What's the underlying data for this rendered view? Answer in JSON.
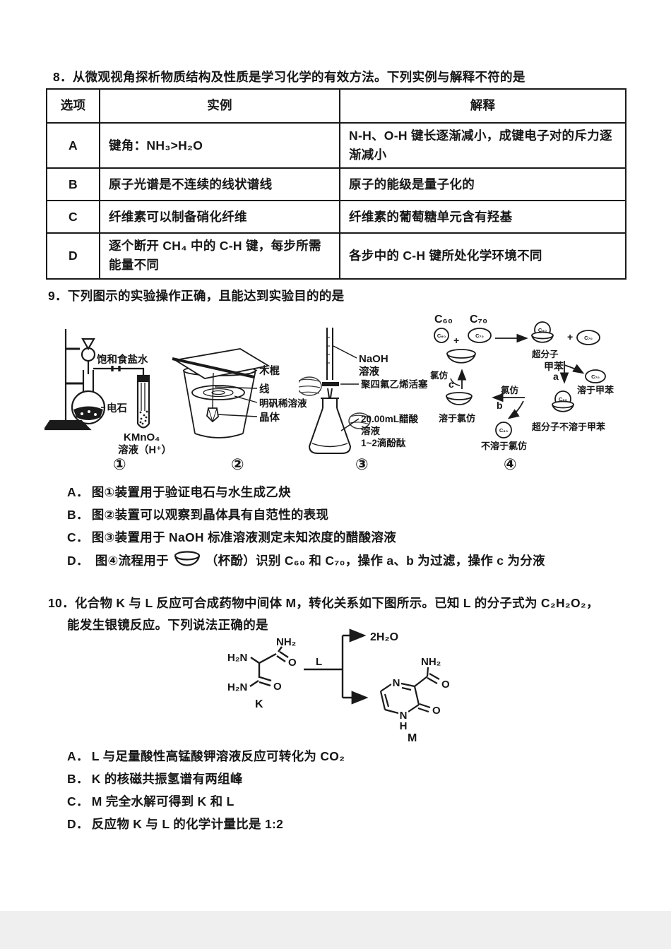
{
  "q8": {
    "number": "8．",
    "text": "从微观视角探析物质结构及性质是学习化学的有效方法。下列实例与解释不符的是",
    "table": {
      "headers": [
        "选项",
        "实例",
        "解释"
      ],
      "rows": [
        {
          "option": "A",
          "example": "键角：NH₃>H₂O",
          "explain": "N-H、O-H 键长逐渐减小，成键电子对的斥力逐渐减小"
        },
        {
          "option": "B",
          "example": "原子光谱是不连续的线状谱线",
          "explain": "原子的能级是量子化的"
        },
        {
          "option": "C",
          "example": "纤维素可以制备硝化纤维",
          "explain": "纤维素的葡萄糖单元含有羟基"
        },
        {
          "option": "D",
          "example": "逐个断开 CH₄ 中的 C-H 键，每步所需能量不同",
          "explain": "各步中的 C-H 键所处化学环境不同"
        }
      ]
    }
  },
  "q9": {
    "number": "9．",
    "text": "下列图示的实验操作正确，且能达到实验目的的是",
    "captions": [
      "①",
      "②",
      "③",
      "④"
    ],
    "fig1": {
      "brine": "饱和食盐水",
      "carbide": "电石",
      "kmno4": "KMnO₄",
      "kmno4b": "溶液（H⁺）"
    },
    "fig2": {
      "stick": "木棍",
      "thread": "线",
      "alum": "明矾稀溶液",
      "crystal": "晶体"
    },
    "fig3": {
      "naoh": "NaOH",
      "naoh2": "溶液",
      "ptfe": "聚四氟乙烯活塞",
      "acid1": "20.00mL醋酸",
      "acid2": "溶液",
      "acid3": "1~2滴酚酞"
    },
    "fig4": {
      "c60": "C₆₀",
      "c70": "C₇₀",
      "plus": "+",
      "supra": "超分子",
      "toluene": "甲苯",
      "op_a": "a",
      "sol_toluene": "溶于甲苯",
      "supra_insol": "超分子不溶于甲苯",
      "chloroform": "氯仿",
      "op_b": "b",
      "insol_chloroform": "不溶于氯仿",
      "sol_chloroform": "溶于氯仿",
      "op_c": "c"
    },
    "options": [
      {
        "key": "A．",
        "text": "图①装置用于验证电石与水生成乙炔"
      },
      {
        "key": "B．",
        "text": "图②装置可以观察到晶体具有自范性的表现"
      },
      {
        "key": "C．",
        "text": "图③装置用于 NaOH 标准溶液测定未知浓度的醋酸溶液"
      }
    ],
    "option_d": {
      "key": "D．",
      "pre": "图④流程用于",
      "post": "（杯酚）识别 C₆₀ 和 C₇₀，操作 a、b 为过滤，操作 c 为分液"
    }
  },
  "q10": {
    "number": "10．",
    "line1": "化合物 K 与 L 反应可合成药物中间体 M，转化关系如下图所示。已知 L 的分子式为 C₂H₂O₂，",
    "line2": "能发生银镜反应。下列说法正确的是",
    "scheme": {
      "nh2": "NH₂",
      "h2n": "H₂N",
      "o": "O",
      "k": "K",
      "l": "L",
      "water": "2H₂O",
      "n": "N",
      "h": "H",
      "m": "M"
    },
    "options": [
      {
        "key": "A．",
        "text": "L 与足量酸性高锰酸钾溶液反应可转化为 CO₂"
      },
      {
        "key": "B．",
        "text": "K 的核磁共振氢谱有两组峰"
      },
      {
        "key": "C．",
        "text": "M 完全水解可得到 K 和 L"
      },
      {
        "key": "D．",
        "text": "反应物 K 与 L 的化学计量比是 1:2"
      }
    ]
  }
}
